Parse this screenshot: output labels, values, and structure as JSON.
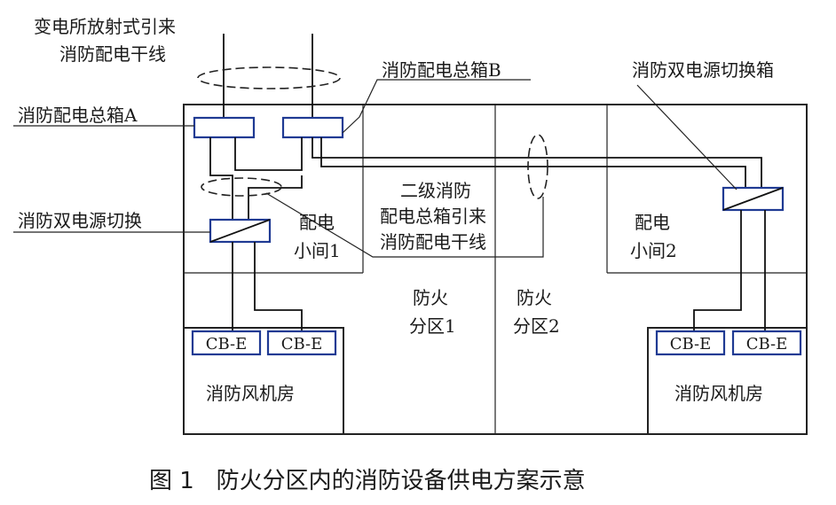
{
  "labels": {
    "source_line1": "变电所放射式引来",
    "source_line2": "消防配电干线",
    "box_b": "消防配电总箱B",
    "dual_switch_box": "消防双电源切换箱",
    "box_a": "消防配电总箱A",
    "secondary_line1": "二级消防",
    "secondary_line2": "配电总箱引来",
    "secondary_line3": "消防配电干线",
    "dual_switch": "消防双电源切换",
    "room1_line1": "配电",
    "room1_line2": "小间1",
    "room2_line1": "配电",
    "room2_line2": "小间2",
    "zone1_line1": "防火",
    "zone1_line2": "分区1",
    "zone2_line1": "防火",
    "zone2_line2": "分区2",
    "cbe": "CB-E",
    "fan_room_left": "消防风机房",
    "fan_room_right": "消防风机房"
  },
  "caption": "图 1   防火分区内的消防设备供电方案示意",
  "colors": {
    "line": "#222222",
    "box_border": "#1f3a93"
  }
}
